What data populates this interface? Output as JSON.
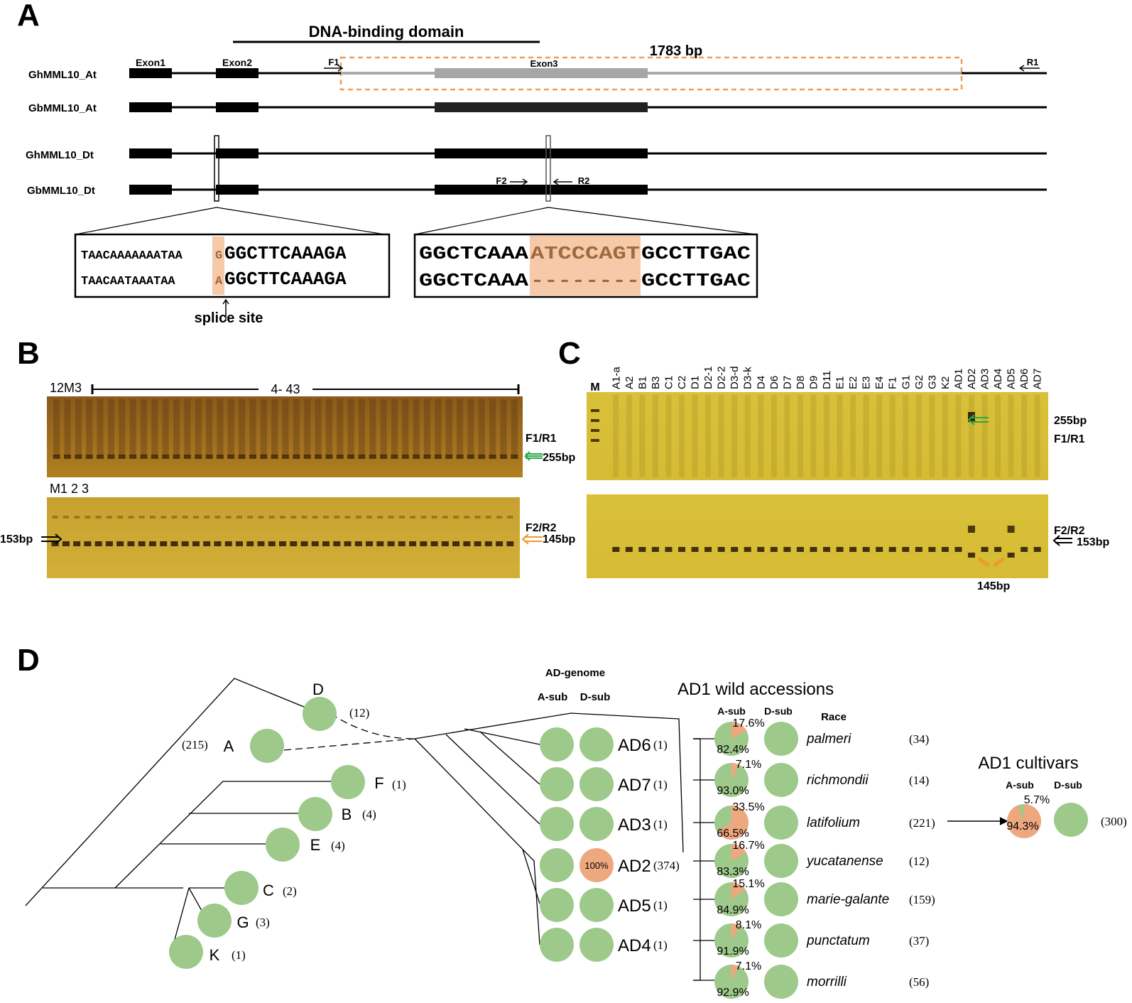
{
  "panel_labels": {
    "a": "A",
    "b": "B",
    "c": "C",
    "d": "D"
  },
  "panel_a": {
    "domain_label": "DNA-binding domain",
    "amplicon_size": "1783 bp",
    "gene_names": [
      "GhMML10_At",
      "GbMML10_At",
      "GhMML10_Dt",
      "GbMML10_Dt"
    ],
    "exons": [
      "Exon1",
      "Exon2",
      "Exon3"
    ],
    "primers": {
      "f1": "F1",
      "r1": "R1",
      "f2": "F2",
      "r2": "R2"
    },
    "splice_box": {
      "row1_prefix": "TAACAAAAAAATAA",
      "row1_site": "G",
      "row1_rest": "GGCTTCAAAGA",
      "row2_prefix": "TAACAATAAATAA",
      "row2_site": "A",
      "row2_rest": "GGCTTCAAAGA"
    },
    "indel_box": {
      "row1_left": "GGCTCAAA",
      "row1_insert": "ATCCCAGT",
      "row1_right": "GCCTTGAC",
      "row2_left": "GGCTCAAA",
      "row2_insert": "--------",
      "row2_right": "GCCTTGAC"
    },
    "splice_label": "splice site",
    "highlight_color": "#f6c9a8"
  },
  "panel_b": {
    "top_lane_labels": {
      "lanes_123": "12M3",
      "range": "4- 43"
    },
    "bottom_lane_labels": {
      "lanes": "M1 2 3"
    },
    "top_primer": "F1/R1",
    "top_band": "255bp",
    "bottom_primer": "F2/R2",
    "bottom_band_left": "153bp",
    "bottom_band_right": "145bp"
  },
  "panel_c": {
    "marker": "M",
    "lanes": [
      "A1-a",
      "A2",
      "B1",
      "B3",
      "C1",
      "C2",
      "D1",
      "D2-1",
      "D2-2",
      "D3-d",
      "D3-k",
      "D4",
      "D6",
      "D7",
      "D8",
      "D9",
      "D11",
      "E1",
      "E2",
      "E3",
      "E4",
      "F1",
      "G1",
      "G2",
      "G3",
      "K2",
      "AD1",
      "AD2",
      "AD3",
      "AD4",
      "AD5",
      "AD6",
      "AD7"
    ],
    "top_band": "255bp",
    "top_primer": "F1/R1",
    "bottom_primer": "F2/R2",
    "bottom_band": "153bp",
    "bottom_band_low": "145bp"
  },
  "panel_d": {
    "genome_clades": [
      {
        "name": "D",
        "count": "(12)"
      },
      {
        "name": "A",
        "count": "(215)"
      },
      {
        "name": "F",
        "count": "(1)"
      },
      {
        "name": "B",
        "count": "(4)"
      },
      {
        "name": "E",
        "count": "(4)"
      },
      {
        "name": "C",
        "count": "(2)"
      },
      {
        "name": "G",
        "count": "(3)"
      },
      {
        "name": "K",
        "count": "(1)"
      }
    ],
    "ad_genome_header": "AD-genome",
    "a_sub": "A-sub",
    "d_sub": "D-sub",
    "ad_species": [
      {
        "name": "AD6",
        "count": "(1)",
        "d_label": ""
      },
      {
        "name": "AD7",
        "count": "(1)",
        "d_label": ""
      },
      {
        "name": "AD3",
        "count": "(1)",
        "d_label": ""
      },
      {
        "name": "AD2",
        "count": "(374)",
        "d_label": "100%"
      },
      {
        "name": "AD5",
        "count": "(1)",
        "d_label": ""
      },
      {
        "name": "AD4",
        "count": "(1)",
        "d_label": ""
      }
    ],
    "wild_title": "AD1 wild accessions",
    "race_header": "Race",
    "races": [
      {
        "name": "palmeri",
        "count": "(34)",
        "orange_label": "17.6%",
        "green_label": "82.4%",
        "orange_frac": 0.176
      },
      {
        "name": "richmondii",
        "count": "(14)",
        "orange_label": "7.1%",
        "green_label": "93.0%",
        "orange_frac": 0.071
      },
      {
        "name": "latifolium",
        "count": "(221)",
        "orange_label": "33.5%",
        "green_label": "66.5%",
        "orange_frac": 0.665
      },
      {
        "name": "yucatanense",
        "count": "(12)",
        "orange_label": "16.7%",
        "green_label": "83.3%",
        "orange_frac": 0.167
      },
      {
        "name": "marie-galante",
        "count": "(159)",
        "orange_label": "15.1%",
        "green_label": "84.9%",
        "orange_frac": 0.151
      },
      {
        "name": "punctatum",
        "count": "(37)",
        "orange_label": "8.1%",
        "green_label": "91.9%",
        "orange_frac": 0.081
      },
      {
        "name": "morrilli",
        "count": "(56)",
        "orange_label": "7.1%",
        "green_label": "92.9%",
        "orange_frac": 0.071
      }
    ],
    "cultivars_title": "AD1 cultivars",
    "cultivars": {
      "green_label": "5.7%",
      "orange_label": "94.3%",
      "orange_frac": 0.943,
      "count": "(300)"
    },
    "colors": {
      "green": "#9dc98a",
      "orange": "#eea880",
      "line": "#000000"
    }
  }
}
